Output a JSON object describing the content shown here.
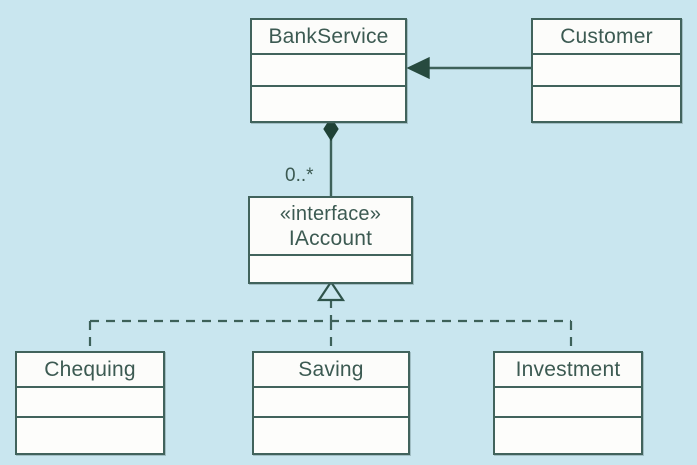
{
  "diagram": {
    "kind": "uml-class-diagram",
    "background_color": "#c9e6ef",
    "border_color": "#41635c",
    "box_fill_color": "#fbfbf8",
    "text_color": "#3c5a52",
    "classes": [
      {
        "id": "bankservice",
        "name": "BankService",
        "stereotype": "",
        "compartments": 2
      },
      {
        "id": "customer",
        "name": "Customer",
        "stereotype": "",
        "compartments": 2
      },
      {
        "id": "iaccount",
        "name": "IAccount",
        "stereotype": "«interface»",
        "compartments": 1
      },
      {
        "id": "chequing",
        "name": "Chequing",
        "stereotype": "",
        "compartments": 2
      },
      {
        "id": "saving",
        "name": "Saving",
        "stereotype": "",
        "compartments": 2
      },
      {
        "id": "investment",
        "name": "Investment",
        "stereotype": "",
        "compartments": 2
      }
    ],
    "relationships": [
      {
        "id": "customer-to-bankservice",
        "type": "association",
        "from": "Customer",
        "to": "BankService",
        "line": "solid",
        "head": "filled-triangle",
        "label": ""
      },
      {
        "id": "bankservice-to-iaccount",
        "type": "composition",
        "from": "BankService",
        "to": "IAccount",
        "line": "solid",
        "head": "filled-diamond",
        "label": "0..*"
      },
      {
        "id": "chequing-realizes-iaccount",
        "type": "realization",
        "from": "Chequing",
        "to": "IAccount",
        "line": "dashed",
        "head": "hollow-triangle",
        "label": ""
      },
      {
        "id": "saving-realizes-iaccount",
        "type": "realization",
        "from": "Saving",
        "to": "IAccount",
        "line": "dashed",
        "head": "hollow-triangle",
        "label": ""
      },
      {
        "id": "investment-realizes-iaccount",
        "type": "realization",
        "from": "Investment",
        "to": "IAccount",
        "line": "dashed",
        "head": "hollow-triangle",
        "label": ""
      }
    ],
    "multiplicity_label": "0..*"
  }
}
